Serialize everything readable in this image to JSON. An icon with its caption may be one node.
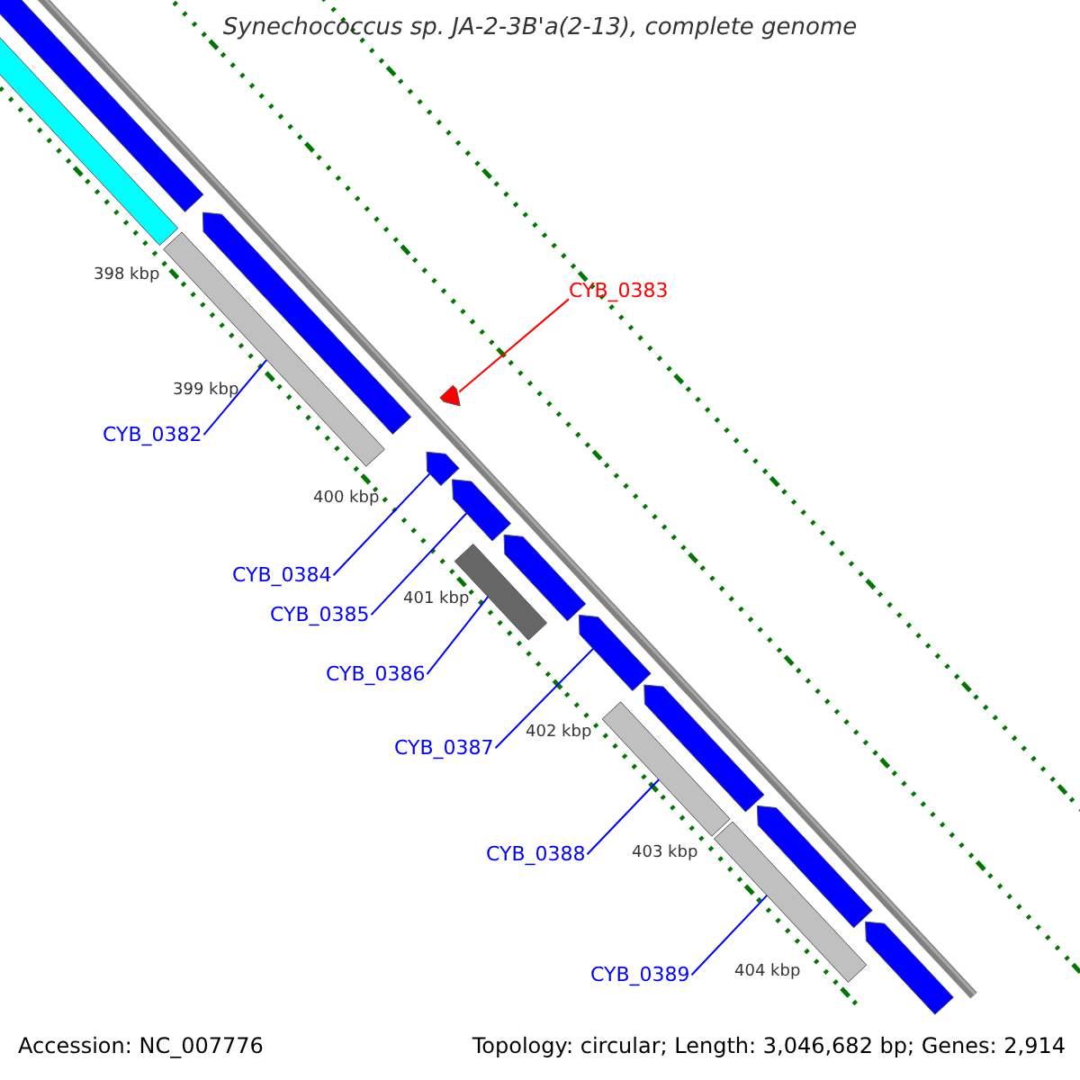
{
  "diagram": {
    "title": "Synechococcus sp. JA-2-3B'a(2-13), complete genome",
    "nodes": [
      {
        "text": [
          "CYB_0383"
        ]
      },
      {
        "text": [
          "CYB_0382"
        ]
      },
      {
        "text": [
          "CYB_0384"
        ]
      },
      {
        "text": [
          "CYB_0385"
        ]
      },
      {
        "text": [
          "CYB_0386"
        ]
      },
      {
        "text": [
          "CYB_0387"
        ]
      },
      {
        "text": [
          "CYB_0388"
        ]
      },
      {
        "text": [
          "CYB_0389"
        ]
      },
      {
        "text": [],
        "shape": "arrow"
      },
      {
        "text": [],
        "shape": "bar"
      },
      {
        "text": [],
        "shape": "arrow"
      },
      {
        "text": [],
        "shape": "bar"
      },
      {
        "text": [],
        "shape": "arrow"
      },
      {
        "text": [],
        "shape": "arrow"
      },
      {
        "text": [],
        "shape": "arrow"
      },
      {
        "text": [],
        "shape": "bar"
      },
      {
        "text": [],
        "shape": "arrow"
      },
      {
        "text": [],
        "shape": "arrow"
      },
      {
        "text": [],
        "shape": "bar"
      },
      {
        "text": [],
        "shape": "arrow"
      },
      {
        "text": [],
        "shape": "bar"
      },
      {
        "text": [],
        "shape": "arrow"
      },
      {
        "text": [],
        "shape": "arrow"
      }
    ],
    "edges": [
      {
        "from": 0,
        "to": 12,
        "arrow": "none",
        "color": "#ff0000"
      },
      {
        "from": 1,
        "to": 11,
        "arrow": "none"
      },
      {
        "from": 2,
        "to": 13,
        "arrow": "none"
      },
      {
        "from": 3,
        "to": 14,
        "arrow": "none"
      },
      {
        "from": 4,
        "to": 15,
        "arrow": "none"
      },
      {
        "from": 5,
        "to": 17,
        "arrow": "none"
      },
      {
        "from": 6,
        "to": 18,
        "arrow": "none"
      },
      {
        "from": 7,
        "to": 20,
        "arrow": "none"
      }
    ],
    "labels": [
      "398 kbp",
      "399 kbp",
      "400 kbp",
      "401 kbp",
      "402 kbp",
      "403 kbp",
      "404 kbp",
      "Accession: NC_007776",
      "Topology: circular; Length: 3,046,682 bp; Genes: 2,914"
    ]
  }
}
